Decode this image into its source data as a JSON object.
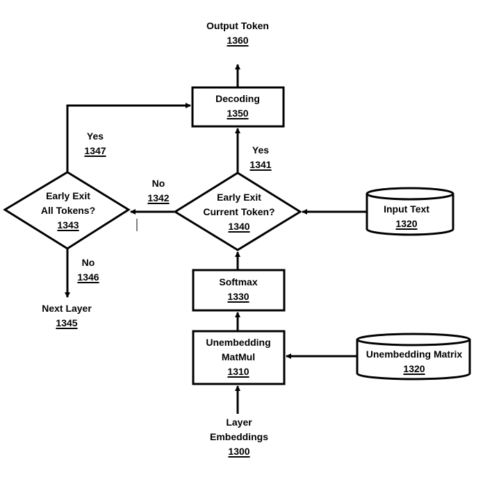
{
  "diagram": {
    "type": "flowchart",
    "nodes": {
      "output_token": {
        "lines": [
          "Output Token"
        ],
        "ref": "1360",
        "shape": "label"
      },
      "decoding": {
        "lines": [
          "Decoding"
        ],
        "ref": "1350",
        "shape": "rect"
      },
      "early_exit_all": {
        "lines": [
          "Early Exit",
          "All Tokens?"
        ],
        "ref": "1343",
        "shape": "diamond"
      },
      "early_exit_current": {
        "lines": [
          "Early Exit",
          "Current Token?"
        ],
        "ref": "1340",
        "shape": "diamond"
      },
      "input_text": {
        "lines": [
          "Input Text"
        ],
        "ref": "1320",
        "shape": "cylinder"
      },
      "softmax": {
        "lines": [
          "Softmax"
        ],
        "ref": "1330",
        "shape": "rect"
      },
      "unembedding_matmul": {
        "lines": [
          "Unembedding",
          "MatMul"
        ],
        "ref": "1310",
        "shape": "rect"
      },
      "unembedding_matrix": {
        "lines": [
          "Unembedding Matrix"
        ],
        "ref": "1320",
        "shape": "cylinder"
      },
      "layer_embeddings": {
        "lines": [
          "Layer",
          "Embeddings"
        ],
        "ref": "1300",
        "shape": "label"
      },
      "next_layer": {
        "lines": [
          "Next Layer"
        ],
        "ref": "1345",
        "shape": "label"
      }
    },
    "edges": [
      {
        "from": "layer_embeddings",
        "to": "unembedding_matmul"
      },
      {
        "from": "unembedding_matrix",
        "to": "unembedding_matmul"
      },
      {
        "from": "unembedding_matmul",
        "to": "softmax"
      },
      {
        "from": "softmax",
        "to": "early_exit_current"
      },
      {
        "from": "input_text",
        "to": "early_exit_current"
      },
      {
        "from": "early_exit_current",
        "to": "decoding",
        "label": "Yes",
        "ref": "1341"
      },
      {
        "from": "early_exit_current",
        "to": "early_exit_all",
        "label": "No",
        "ref": "1342"
      },
      {
        "from": "early_exit_all",
        "to": "decoding",
        "label": "Yes",
        "ref": "1347"
      },
      {
        "from": "early_exit_all",
        "to": "next_layer",
        "label": "No",
        "ref": "1346"
      },
      {
        "from": "decoding",
        "to": "output_token"
      }
    ]
  },
  "labels": {
    "output_token": {
      "text": "Output Token",
      "ref": "1360"
    },
    "decoding": {
      "text": "Decoding",
      "ref": "1350"
    },
    "yes_1347": {
      "text": "Yes",
      "ref": "1347"
    },
    "yes_1341": {
      "text": "Yes",
      "ref": "1341"
    },
    "no_1342": {
      "text": "No",
      "ref": "1342"
    },
    "early_exit_all": {
      "line1": "Early Exit",
      "line2": "All Tokens?",
      "ref": "1343"
    },
    "early_exit_current": {
      "line1": "Early Exit",
      "line2": "Current Token?",
      "ref": "1340"
    },
    "input_text": {
      "text": "Input Text",
      "ref": "1320"
    },
    "no_1346": {
      "text": "No",
      "ref": "1346"
    },
    "next_layer": {
      "text": "Next Layer",
      "ref": "1345"
    },
    "softmax": {
      "text": "Softmax",
      "ref": "1330"
    },
    "unembedding_matmul": {
      "line1": "Unembedding",
      "line2": "MatMul",
      "ref": "1310"
    },
    "unembedding_matrix": {
      "text": "Unembedding Matrix",
      "ref": "1320"
    },
    "layer_embeddings": {
      "line1": "Layer",
      "line2": "Embeddings",
      "ref": "1300"
    }
  }
}
